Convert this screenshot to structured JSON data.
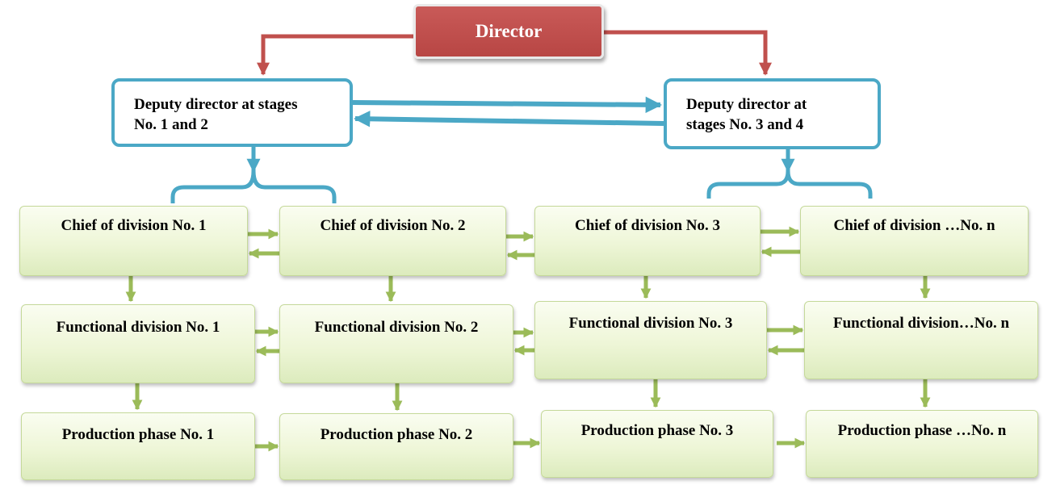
{
  "director": {
    "label": "Director"
  },
  "deputies": [
    {
      "line1": "Deputy director at stages",
      "line2": "No. 1 and 2"
    },
    {
      "line1": "Deputy director at",
      "line2": "stages No. 3 and 4"
    }
  ],
  "chiefs": [
    "Chief of division No. 1",
    "Chief of division No. 2",
    "Chief of division No. 3",
    "Chief of division …No. n"
  ],
  "functional_divisions": [
    "Functional division No. 1",
    "Functional division No. 2",
    "Functional division No. 3",
    "Functional division…No. n"
  ],
  "production_phases": [
    "Production phase No. 1",
    "Production phase No. 2",
    "Production phase No. 3",
    "Production phase …No. n"
  ],
  "colors": {
    "director_fill": "#c0504d",
    "director_arrow": "#c0504d",
    "deputy_border": "#4ba8c6",
    "green_arrow": "#9bbb59",
    "green_box_border": "#c5d99a"
  }
}
